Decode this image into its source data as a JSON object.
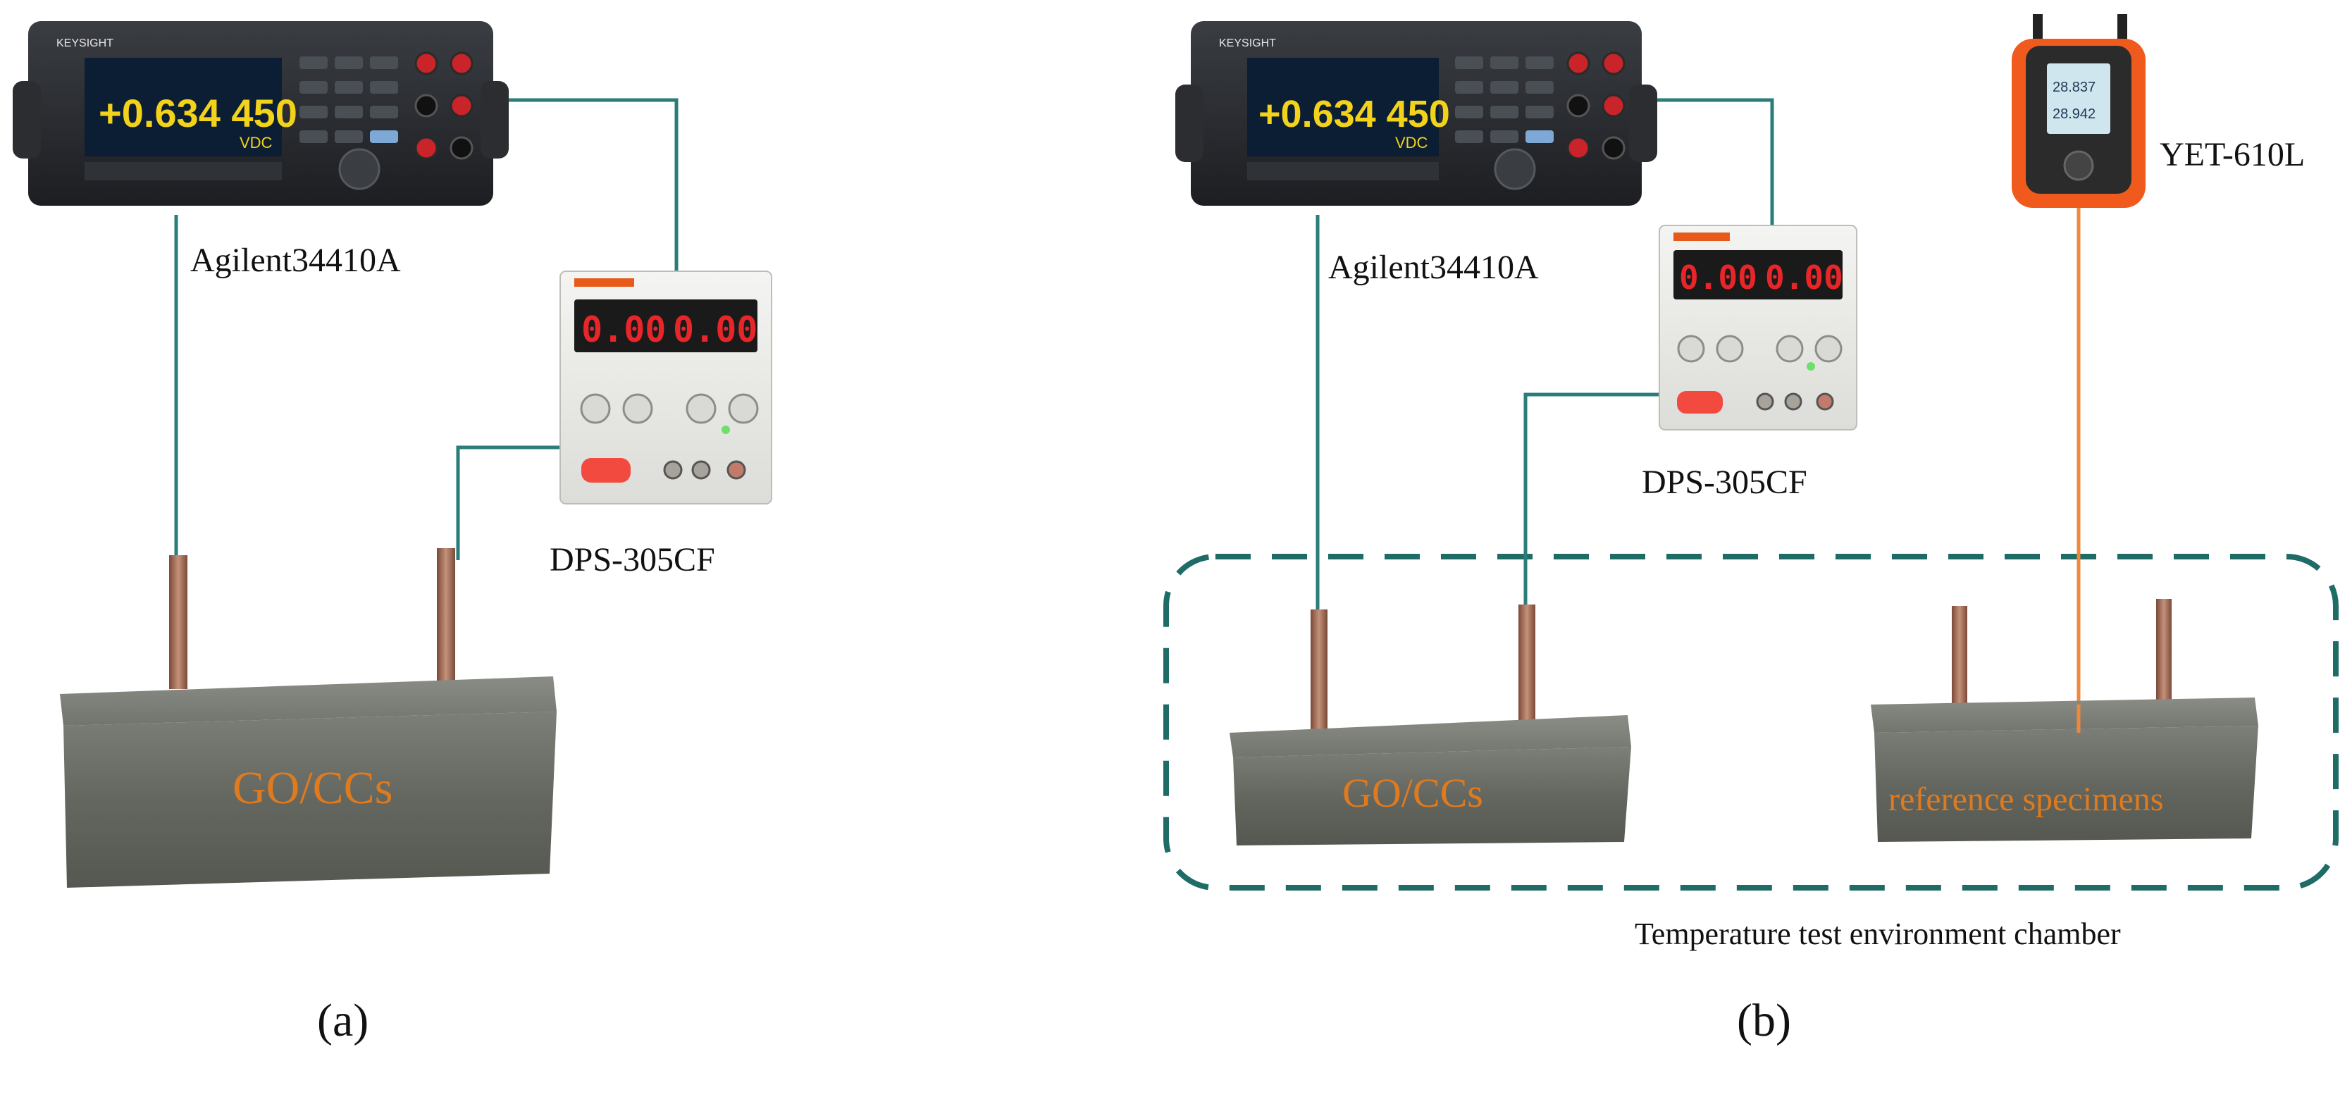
{
  "colors": {
    "wire": "#2a7d78",
    "probe": "#f0883a",
    "chamber": "#1f6b66",
    "label_orange": "#e07a1e",
    "display_yellow": "#f2d21a",
    "concrete": "#6b6e67",
    "electrode": "#9b6a55",
    "red_display": "#e8262a",
    "handheld_orange": "#f05a1c"
  },
  "panel_a": {
    "multimeter": {
      "label": "Agilent34410A",
      "reading": "+0.634 450",
      "unit": "VDC",
      "brand": "KEYSIGHT"
    },
    "power_supply": {
      "label": "DPS-305CF",
      "current_reading": "0.00",
      "voltage_reading": "0.00"
    },
    "specimen_label": "GO/CCs",
    "caption": "(a)"
  },
  "panel_b": {
    "multimeter": {
      "label": "Agilent34410A",
      "reading": "+0.634 450",
      "unit": "VDC",
      "brand": "KEYSIGHT"
    },
    "power_supply": {
      "label": "DPS-305CF",
      "current_reading": "0.00",
      "voltage_reading": "0.00"
    },
    "thermometer": {
      "label": "YET-610L",
      "reading_1": "28.837",
      "reading_2": "28.942"
    },
    "specimen_label": "GO/CCs",
    "reference_label": "reference specimens",
    "chamber_label": "Temperature test environment chamber",
    "caption": "(b)"
  }
}
